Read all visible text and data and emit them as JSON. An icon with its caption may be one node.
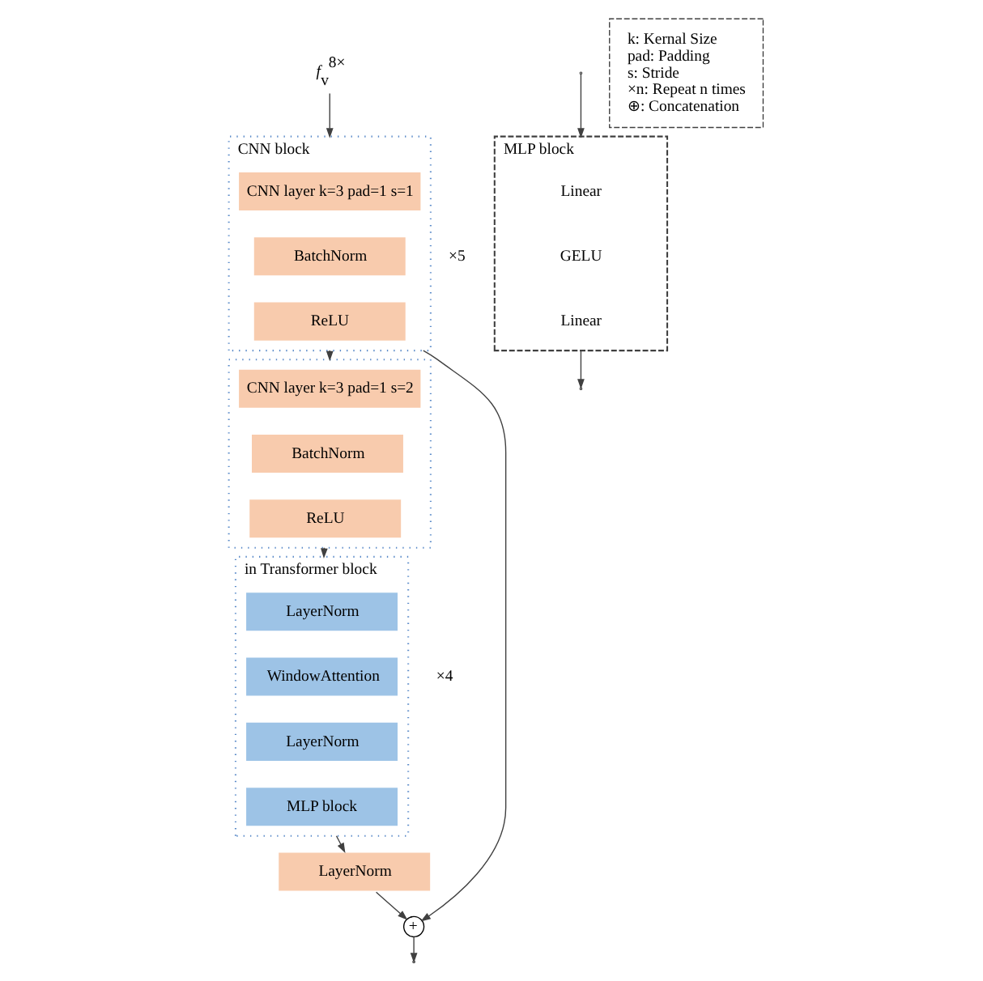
{
  "diagram": {
    "nodes": [
      {
        "text": [
          "*f*$_{v}$$^{8×}$"
        ]
      },
      {
        "text": [
          "CNN block"
        ],
        "beside": [
          "×5"
        ]
      },
      {
        "text": [
          "CNN layer k=3 pad=1 s=1"
        ],
        "in": 1
      },
      {
        "text": [
          "BatchNorm"
        ],
        "in": 1
      },
      {
        "text": [
          "ReLU"
        ],
        "in": 1
      },
      {
        "text": [],
        "shape": "box"
      },
      {
        "text": [
          "CNN layer k=3 pad=1 s=2"
        ],
        "in": 5
      },
      {
        "text": [
          "BatchNorm"
        ],
        "in": 5
      },
      {
        "text": [
          "ReLU"
        ],
        "in": 5
      },
      {
        "text": [
          "in Transformer block"
        ],
        "beside": [
          "×4"
        ]
      },
      {
        "text": [
          "LayerNorm"
        ],
        "in": 9
      },
      {
        "text": [
          "WindowAttention"
        ],
        "in": 9
      },
      {
        "text": [
          "LayerNorm"
        ],
        "in": 9
      },
      {
        "text": [
          "MLP block"
        ],
        "in": 9
      },
      {
        "text": [
          "LayerNorm"
        ]
      },
      {
        "text": [
          "+"
        ]
      },
      {
        "text": [
          "MLP block"
        ]
      },
      {
        "text": [
          "Linear"
        ],
        "in": 16
      },
      {
        "text": [
          "GELU"
        ],
        "in": 16
      },
      {
        "text": [
          "Linear"
        ],
        "in": 16
      },
      {
        "text": [
          "k: Kernal Size",
          "pad: Padding",
          "s: Stride",
          "×n: Repeat n times",
          "⊕: Concatenation"
        ]
      }
    ],
    "edges": [
      {
        "from": 0,
        "to": 1,
        "arrow": "to"
      },
      {
        "from": 1,
        "to": 5,
        "arrow": "to"
      },
      {
        "from": 1,
        "to": 15,
        "arrow": "to"
      },
      {
        "from": 5,
        "to": 9,
        "arrow": "to"
      },
      {
        "from": 9,
        "to": 14,
        "arrow": "to"
      },
      {
        "from": 14,
        "to": 15,
        "arrow": "to"
      },
      {
        "from": 15,
        "to": null,
        "arrow": "to"
      },
      {
        "from": null,
        "to": 16,
        "arrow": "to"
      },
      {
        "from": 16,
        "to": null,
        "arrow": "to"
      }
    ]
  }
}
